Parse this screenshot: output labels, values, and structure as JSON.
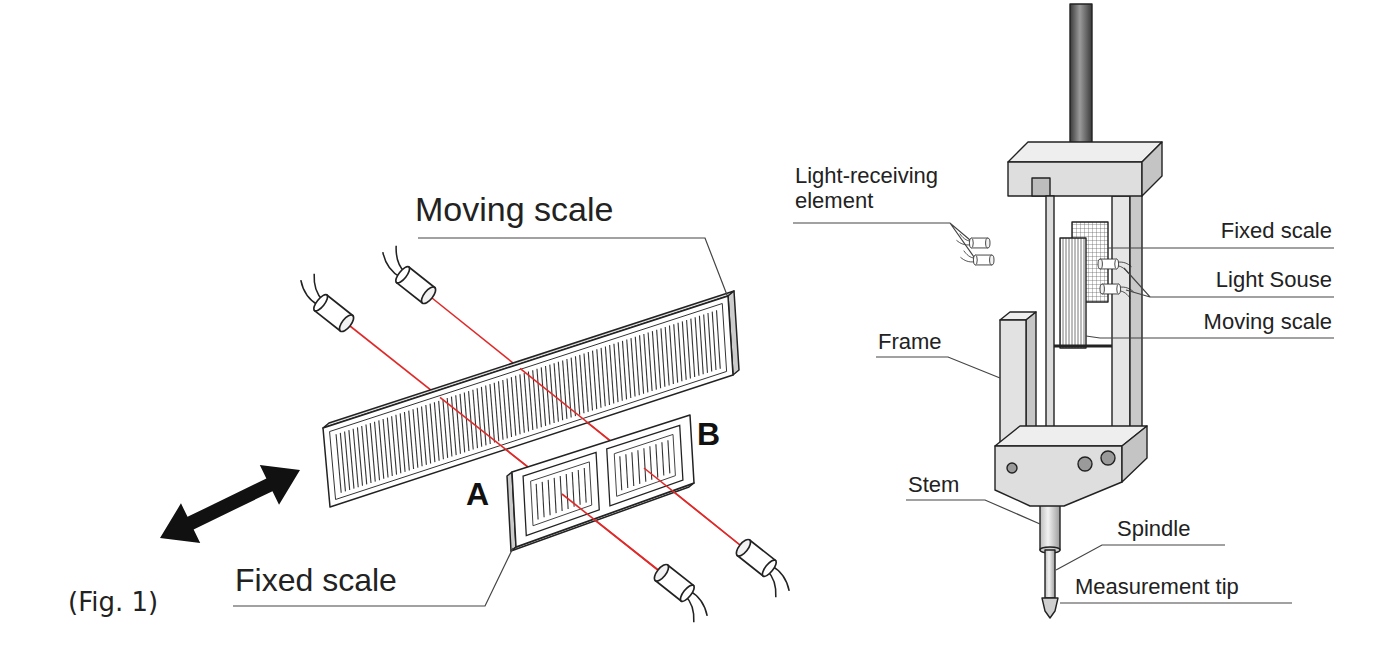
{
  "diagram": {
    "caption": "(Fig. 1)",
    "labels": [
      "Moving scale",
      "A",
      "B",
      "Fixed scale",
      "Light-receiving element",
      "Fixed scale",
      "Light Souse",
      "Moving scale",
      "Frame",
      "Stem",
      "Spindle",
      "Measurement tip"
    ]
  }
}
